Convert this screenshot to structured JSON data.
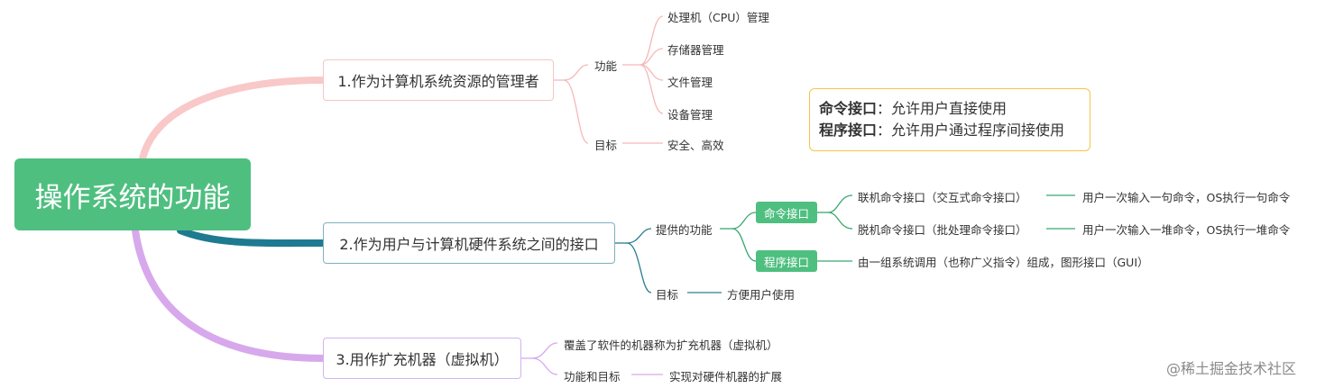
{
  "root": "操作系统的功能",
  "b1": {
    "title": "1.作为计算机系统资源的管理者",
    "func_label": "功能",
    "func_items": [
      "处理机（CPU）管理",
      "存储器管理",
      "文件管理",
      "设备管理"
    ],
    "goal_label": "目标",
    "goal": "安全、高效"
  },
  "b2": {
    "title": "2.作为用户与计算机硬件系统之间的接口",
    "provided_label": "提供的功能",
    "cmd_iface": "命令接口",
    "online": "联机命令接口（交互式命令接口）",
    "online_desc": "用户一次输入一句命令，OS执行一句命令",
    "offline": "脱机命令接口（批处理命令接口）",
    "offline_desc": "用户一次输入一堆命令，OS执行一堆命令",
    "prog_iface": "程序接口",
    "prog_desc": "由一组系统调用（也称广义指令）组成，图形接口（GUI）",
    "goal_label": "目标",
    "goal": "方便用户使用"
  },
  "b3": {
    "title": "3.用作扩充机器（虚拟机）",
    "item1": "覆盖了软件的机器称为扩充机器（虚拟机）",
    "func_goal_label": "功能和目标",
    "func_goal": "实现对硬件机器的扩展"
  },
  "note": {
    "cmd_title": "命令接口",
    "cmd_text": "：允许用户直接使用",
    "prog_title": "程序接口",
    "prog_text": "：允许用户通过程序间接使用"
  },
  "colors": {
    "root": "#4fbf80",
    "branch1": "#f9c8c8",
    "branch2": "#1e7a90",
    "branch3": "#d7a8ec",
    "green_node": "#4fbf80",
    "note_border": "#f3c64a"
  },
  "watermark": "@稀土掘金技术社区"
}
